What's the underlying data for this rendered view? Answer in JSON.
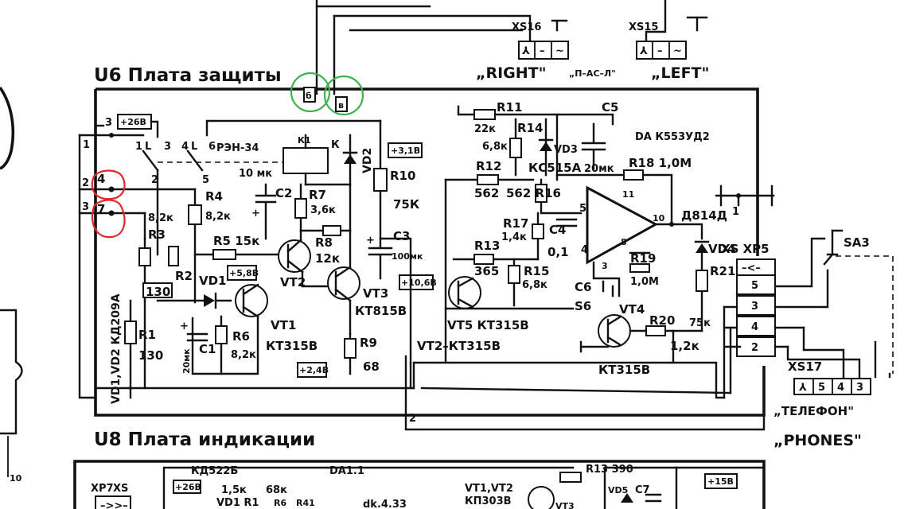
{
  "boards": {
    "protection": {
      "title": "U6 Плата защиты"
    },
    "indication": {
      "title": "U8 Плата индикации"
    }
  },
  "connectors": {
    "xs16": {
      "label": "XS16",
      "pins": [
        "⅄",
        "–",
        "~"
      ]
    },
    "xs15": {
      "label": "XS15",
      "pins": [
        "⅄",
        "–",
        "~"
      ]
    },
    "xs17": {
      "label": "XS17",
      "pins": [
        "⅄",
        "5",
        "4",
        "3"
      ]
    },
    "xs_xp5": {
      "label": "XS XP5",
      "pins": [
        "5",
        "3",
        "4",
        "2"
      ],
      "symbol": "–<–"
    },
    "xp7": {
      "label": "XP7",
      "sub": "XS"
    }
  },
  "channel_labels": {
    "right": "„RIGHT\"",
    "mid": "„П–АС–Л\"",
    "left": "„LEFT\""
  },
  "headphone_labels": {
    "ru": "„ТЕЛЕФОН\"",
    "en": "„PHONES\""
  },
  "pins": {
    "p1": "1",
    "p2": "2",
    "p3": "3",
    "rel1": "1",
    "rel_l": "L",
    "rel3": "3",
    "rel4": "4",
    "rel_l2": "L",
    "rel6": "6",
    "rel2": "2",
    "rel5": "5",
    "top_b": "б",
    "top_v": "в",
    "marked4": "4",
    "marked7": "7",
    "opamp11": "11",
    "opamp10": "10",
    "opamp5": "5",
    "opamp4": "4",
    "opamp8": "8",
    "opamp3": "3",
    "pin2_bottom": "2",
    "da_pin1": "1"
  },
  "supply_tags": {
    "v26": "+26В",
    "v3_1": "+3,1В",
    "v5_8": "+5,8В",
    "v10_6": "+10,6В",
    "v2_4": "+2,4В",
    "v15": "+15В"
  },
  "components": {
    "relay": {
      "label": "РЭН-34",
      "k": "К",
      "coil": "К1"
    },
    "vd2": "VD2",
    "vd1": "VD1",
    "vd3": "VD3",
    "vd3_type": "КС515А",
    "vd4": "VD4",
    "vd4_type": "Д814Д",
    "r3": "R3",
    "r3v": "8,2к",
    "r3b": "130",
    "r4": "R4",
    "r4v": "8,2к",
    "r5": "R5 15к",
    "r6": "R6",
    "r6v": "8,2к",
    "r7": "R7",
    "r7v": "3,6к",
    "r8": "R8",
    "r8v": "12к",
    "r9": "R9",
    "r9v": "68",
    "r10": "R10",
    "r10v": "75К",
    "r1": "R1",
    "r1v": "130",
    "r2": "R2",
    "r11": "R11",
    "r11v": "22к",
    "r12": "R12",
    "r12v": "562",
    "r13": "R13",
    "r13v": "365",
    "r14": "R14",
    "r14v": "6,8к",
    "r15": "R15",
    "r15v": "6,8к",
    "r16": "562 R16",
    "r17": "R17",
    "r17v": "1,4к",
    "r18": "R18 1,0М",
    "r19": "R19",
    "r19v": "1,0М",
    "r20": "R20",
    "r20v": "1,2к",
    "r21": "R21",
    "r21v": "75к",
    "c1": "C1",
    "c1v": "20мк",
    "c2": "C2",
    "c2v": "10 мк",
    "c3": "C3",
    "c3v": "100мк",
    "c4": "C4",
    "c4v": "0,1",
    "c5": "C5",
    "c5v": "20мк",
    "c6": "C6",
    "s6": "S6",
    "sa3": "SA3",
    "vt1": "VT1",
    "vt1_type": "КТ315В",
    "vt2": "VT2",
    "vt3": "VT3",
    "vt3_type": "КТ815В",
    "vt4": "VT4",
    "vt4_type": "КТ315В",
    "vt5": "VT5 КТ315В",
    "vt2_note": "VT2–КТ315В",
    "da": "DA К553УД2",
    "vd1vd2": "VD1,VD2 КД209А"
  },
  "bottom_board": {
    "ka": "КД522Б",
    "da11": "DA1.1",
    "r13": "R13 390",
    "vt12": "VT1,VT2",
    "kp": "КП303В",
    "r1_15k": "1,5к",
    "r1_label": "VD1 R1",
    "r6_68k": "68к",
    "r6_label": "R6",
    "r41": "R41",
    "dd": "dk.4.33",
    "vd5": "VD5",
    "c7": "C7",
    "plus26": "+26В",
    "plus15": "+15В",
    "vt3": "VT3"
  },
  "left_edge": {
    "ten": "10"
  }
}
